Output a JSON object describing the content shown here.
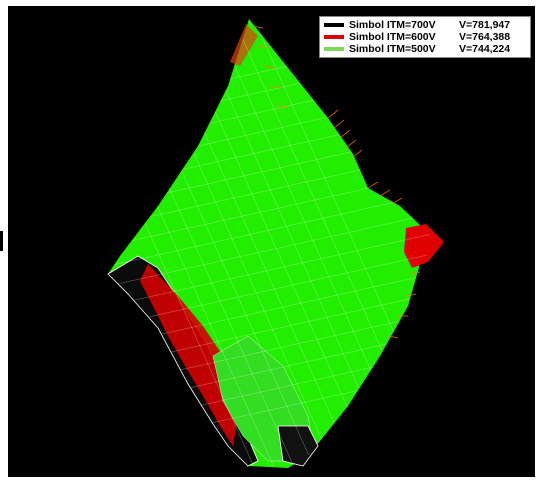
{
  "colors": {
    "background": "#000000",
    "mesh_700": "#000000",
    "mesh_600": "#e00000",
    "mesh_500": "#33ff00",
    "mesh_wire": "#ffffff"
  },
  "legend": {
    "entries": [
      {
        "name": "Simbol ITM=700V",
        "value": "V=781,947",
        "color": "#000000"
      },
      {
        "name": "Simbol ITM=600V",
        "value": "V=764,388",
        "color": "#e00000"
      },
      {
        "name": "Simbol ITM=500V",
        "value": "V=744,224",
        "color": "#7ed957"
      }
    ]
  }
}
